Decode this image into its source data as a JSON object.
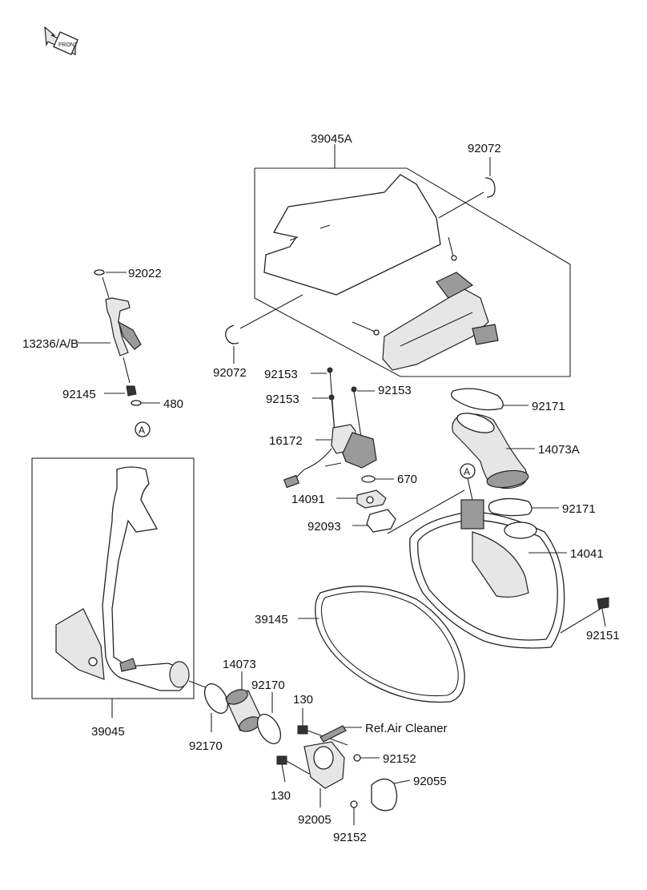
{
  "labels": {
    "l39045A": "39045A",
    "l92072_top": "92072",
    "l92072_left": "92072",
    "l92022": "92022",
    "l13236": "13236/A/B",
    "l92145": "92145",
    "l480": "480",
    "lA_left": "A",
    "l92153_a": "92153",
    "l92153_b": "92153",
    "l92153_c": "92153",
    "l16172": "16172",
    "l670": "670",
    "l14091": "14091",
    "l92093": "92093",
    "l92171_top": "92171",
    "l14073A": "14073A",
    "lA_right": "A",
    "l92171_mid": "92171",
    "l14041": "14041",
    "l39145": "39145",
    "l92151": "92151",
    "l14073": "14073",
    "l92170_right": "92170",
    "l92170_left": "92170",
    "l39045": "39045",
    "l130_top": "130",
    "lRef": "Ref.Air Cleaner",
    "l92152_top": "92152",
    "l92055": "92055",
    "l130_bottom": "130",
    "l92005": "92005",
    "l92152_bottom": "92152",
    "logo": "FRONT"
  },
  "icons": {
    "front_arrow": "front-direction-arrow-icon"
  }
}
